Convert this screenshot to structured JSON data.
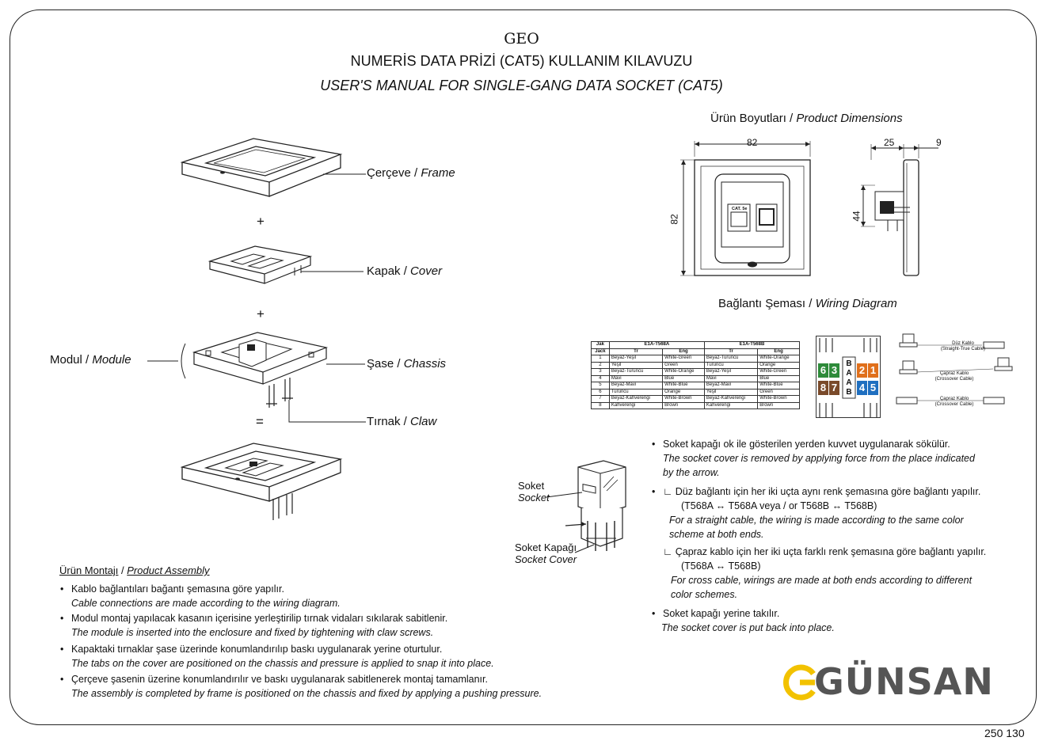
{
  "header": {
    "brand": "GEO",
    "title_tr": "NUMERİS DATA PRİZİ (CAT5) KULLANIM KILAVUZU",
    "title_en": "USER'S MANUAL FOR SINGLE-GANG DATA SOCKET (CAT5)"
  },
  "exploded": {
    "frame_tr": "Çerçeve / ",
    "frame_en": "Frame",
    "cover_tr": "Kapak / ",
    "cover_en": "Cover",
    "module_tr": "Modul / ",
    "module_en": "Module",
    "chassis_tr": "Şase / ",
    "chassis_en": "Chassis",
    "claw_tr": "Tırnak / ",
    "claw_en": "Claw",
    "plus": "+",
    "equals": "="
  },
  "dimensions": {
    "title_tr": "Ürün Boyutları / ",
    "title_en": "Product Dimensions",
    "width": "82",
    "height": "82",
    "depth": "25",
    "protrusion": "9",
    "module_height": "44",
    "jack_label": "CAT. 5e"
  },
  "wiring": {
    "title_tr": "Bağlantı Şeması / ",
    "title_en": "Wiring Diagram",
    "table": {
      "corner": "Jak",
      "corner2": "Jack",
      "groups": [
        "E1A-T568A",
        "E1A-T568B"
      ],
      "sub": [
        "Tr",
        "Eng",
        "Tr",
        "Eng"
      ],
      "rows": [
        [
          "1",
          "Beyaz-Yeşil",
          "White-Green",
          "Beyaz-Turuncu",
          "White-Orange"
        ],
        [
          "2",
          "Yeşil",
          "Green",
          "Turuncu",
          "Orange"
        ],
        [
          "3",
          "Beyaz-Turuncu",
          "White-Orange",
          "Beyaz-Yeşil",
          "White-Green"
        ],
        [
          "4",
          "Mavi",
          "Blue",
          "Mavi",
          "Blue"
        ],
        [
          "5",
          "Beyaz-Mavi",
          "White-Blue",
          "Beyaz-Mavi",
          "White-Blue"
        ],
        [
          "6",
          "Turuncu",
          "Orange",
          "Yeşil",
          "Green"
        ],
        [
          "7",
          "Beyaz-Kahverengi",
          "White-Brown",
          "Beyaz-Kahverengi",
          "White-Brown"
        ],
        [
          "8",
          "Kahverengi",
          "Brown",
          "Kahverengi",
          "Brown"
        ]
      ]
    },
    "pins": [
      "6",
      "3",
      "2",
      "1",
      "8",
      "7",
      "4",
      "5"
    ],
    "block_letters": [
      "B",
      "A",
      "A",
      "B"
    ],
    "cable_types": [
      {
        "tr": "Düz Kablo",
        "en": "(Straight-True Cable)"
      },
      {
        "tr": "Çapraz Kablo",
        "en": "(Crossover Cable)"
      },
      {
        "tr": "Çapraz Kablo",
        "en": "(Crossover Cable)"
      }
    ],
    "colors": {
      "green": "#2e8b3a",
      "orange": "#e0701c",
      "brown": "#7a4a2a",
      "blue": "#1f6fc0"
    }
  },
  "socket_labels": {
    "socket_tr": "Soket",
    "socket_en": "Socket",
    "cover_tr": "Soket Kapağı",
    "cover_en": "Socket Cover"
  },
  "instructions": {
    "b1_tr": "Soket kapağı ok ile gösterilen yerden kuvvet uygulanarak sökülür.",
    "b1_en1": "The socket cover is removed by applying force from the place indicated",
    "b1_en2": "by the arrow.",
    "b2_tr": "∟ Düz bağlantı için her iki uçta aynı renk şemasına göre bağlantı yapılır.",
    "b2_code": "(T568A ↔ T568A      veya / or      T568B ↔ T568B)",
    "b2_en1": "For a straight cable, the wiring is made according to the same color",
    "b2_en2": "scheme at both ends.",
    "b3_tr": "∟ Çapraz kablo için her iki uçta farklı renk şemasına göre bağlantı yapılır.",
    "b3_code": "(T568A ↔ T568B)",
    "b3_en1": "For cross cable, wirings are made at both ends according to different",
    "b3_en2": "color schemes.",
    "b4_tr": "Soket kapağı yerine takılır.",
    "b4_en": "The socket cover is put back into place."
  },
  "assembly": {
    "heading_tr": "Ürün Montajı",
    "sep": " / ",
    "heading_en": "Product Assembly",
    "steps": [
      {
        "tr": "Kablo bağlantıları bağantı şemasına göre yapılır.",
        "en": "Cable connections are made according to the wiring diagram."
      },
      {
        "tr": "Modul montaj yapılacak kasanın içerisine yerleştirilip tırnak vidaları sıkılarak sabitlenir.",
        "en": "The module is inserted into the enclosure and fixed by tightening with claw screws."
      },
      {
        "tr": "Kapaktaki tırnaklar şase üzerinde konumlandırılıp baskı uygulanarak yerine oturtulur.",
        "en": "The tabs on the cover are positioned on the chassis and pressure is applied to snap it into place."
      },
      {
        "tr": "Çerçeve şasenin üzerine konumlandırılır ve baskı uygulanarak sabitlenerek montaj tamamlanır.",
        "en": "The assembly is completed by frame is positioned on the chassis and fixed by applying a pushing pressure."
      }
    ]
  },
  "footer": {
    "logo_text": "GÜNSAN",
    "logo_color": "#f2c200",
    "code": "250 130"
  }
}
